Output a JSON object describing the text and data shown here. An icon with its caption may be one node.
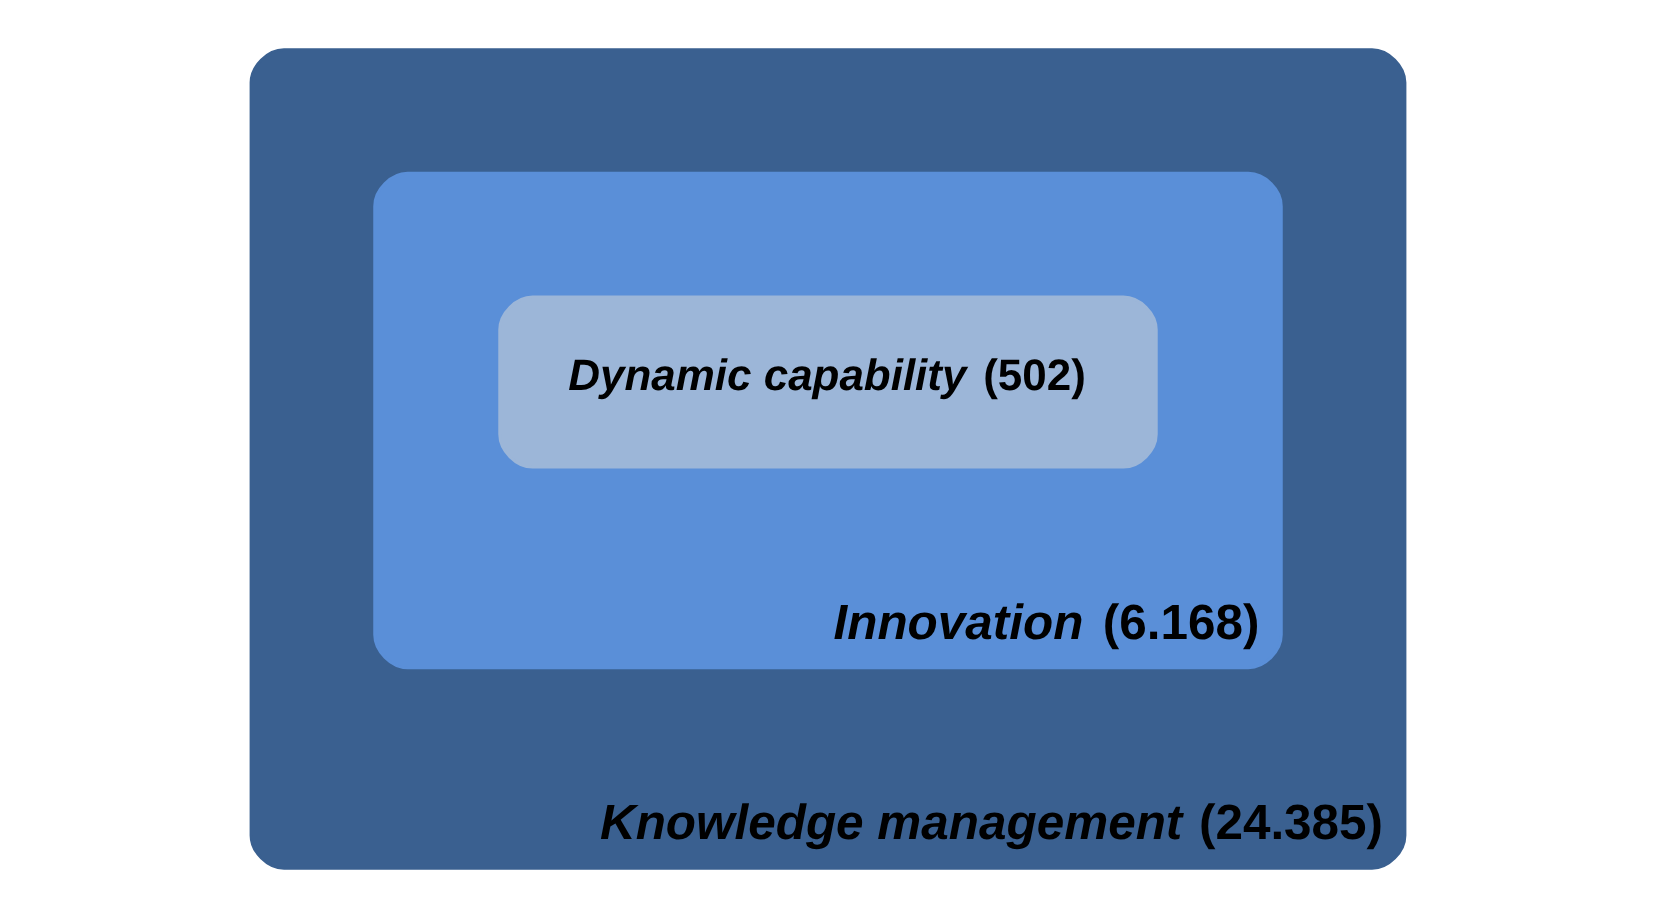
{
  "diagram": {
    "nodes": [
      {
        "text": [
          "*Knowledge management* (24.385)"
        ]
      },
      {
        "text": [
          "*Innovation* (6.168)"
        ],
        "in": 0
      },
      {
        "text": [
          "*Dynamic capability* (502)"
        ],
        "in": 1
      }
    ]
  }
}
